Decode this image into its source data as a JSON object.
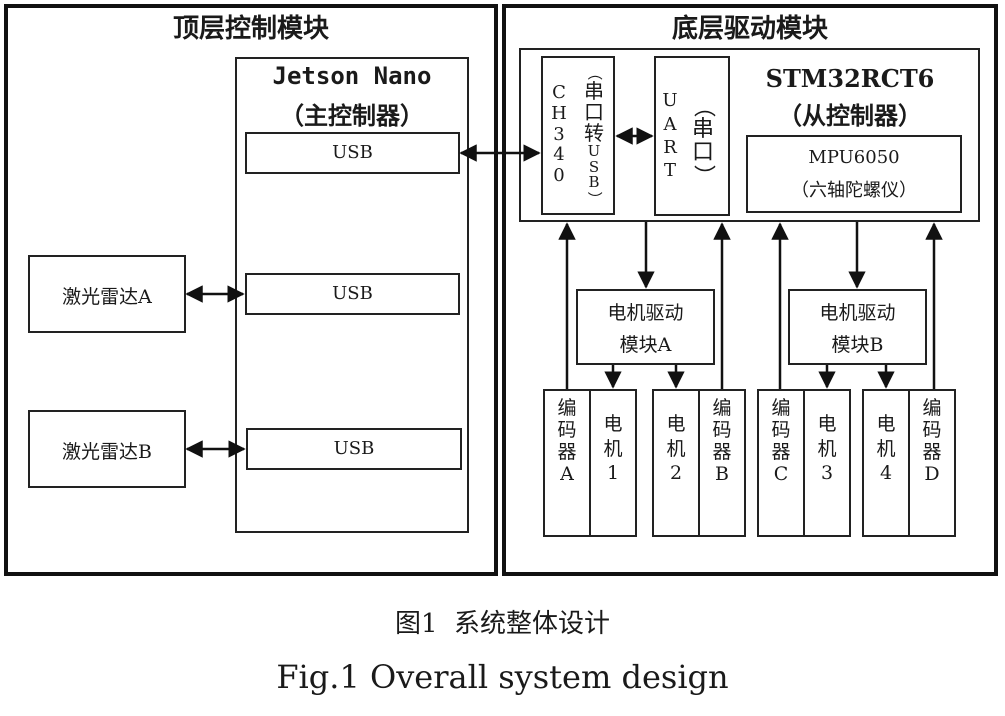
{
  "top_module": {
    "title": "顶层控制模块",
    "jetson": {
      "name": "Jetson Nano",
      "role": "（主控制器）",
      "usb_ports": [
        "USB",
        "USB",
        "USB"
      ]
    },
    "lidars": [
      "激光雷达A",
      "激光雷达B"
    ]
  },
  "bottom_module": {
    "title": "底层驱动模块",
    "stm32": {
      "name": "STM32RCT6",
      "role": "（从控制器）"
    },
    "ch340": {
      "chars": [
        "C",
        "H",
        "3",
        "4",
        "0"
      ],
      "desc": [
        "（",
        "串",
        "口",
        "转",
        "U",
        "S",
        "B",
        "）"
      ]
    },
    "uart": {
      "chars": [
        "U",
        "A",
        "R",
        "T"
      ],
      "desc": [
        "（",
        "串",
        "口",
        "）"
      ]
    },
    "mpu": {
      "name": "MPU6050",
      "desc": "（六轴陀螺仪）"
    },
    "motor_drivers": [
      {
        "line1": "电机驱动",
        "line2": "模块A"
      },
      {
        "line1": "电机驱动",
        "line2": "模块B"
      }
    ],
    "units": [
      {
        "type": "encoder",
        "chars": [
          "编",
          "码",
          "器",
          "A"
        ]
      },
      {
        "type": "motor",
        "chars": [
          "电",
          "机",
          "1"
        ]
      },
      {
        "type": "motor",
        "chars": [
          "电",
          "机",
          "2"
        ]
      },
      {
        "type": "encoder",
        "chars": [
          "编",
          "码",
          "器",
          "B"
        ]
      },
      {
        "type": "encoder",
        "chars": [
          "编",
          "码",
          "器",
          "C"
        ]
      },
      {
        "type": "motor",
        "chars": [
          "电",
          "机",
          "3"
        ]
      },
      {
        "type": "motor",
        "chars": [
          "电",
          "机",
          "4"
        ]
      },
      {
        "type": "encoder",
        "chars": [
          "编",
          "码",
          "器",
          "D"
        ]
      }
    ]
  },
  "caption": {
    "cn": "图1  系统整体设计",
    "en": "Fig.1 Overall system design"
  }
}
